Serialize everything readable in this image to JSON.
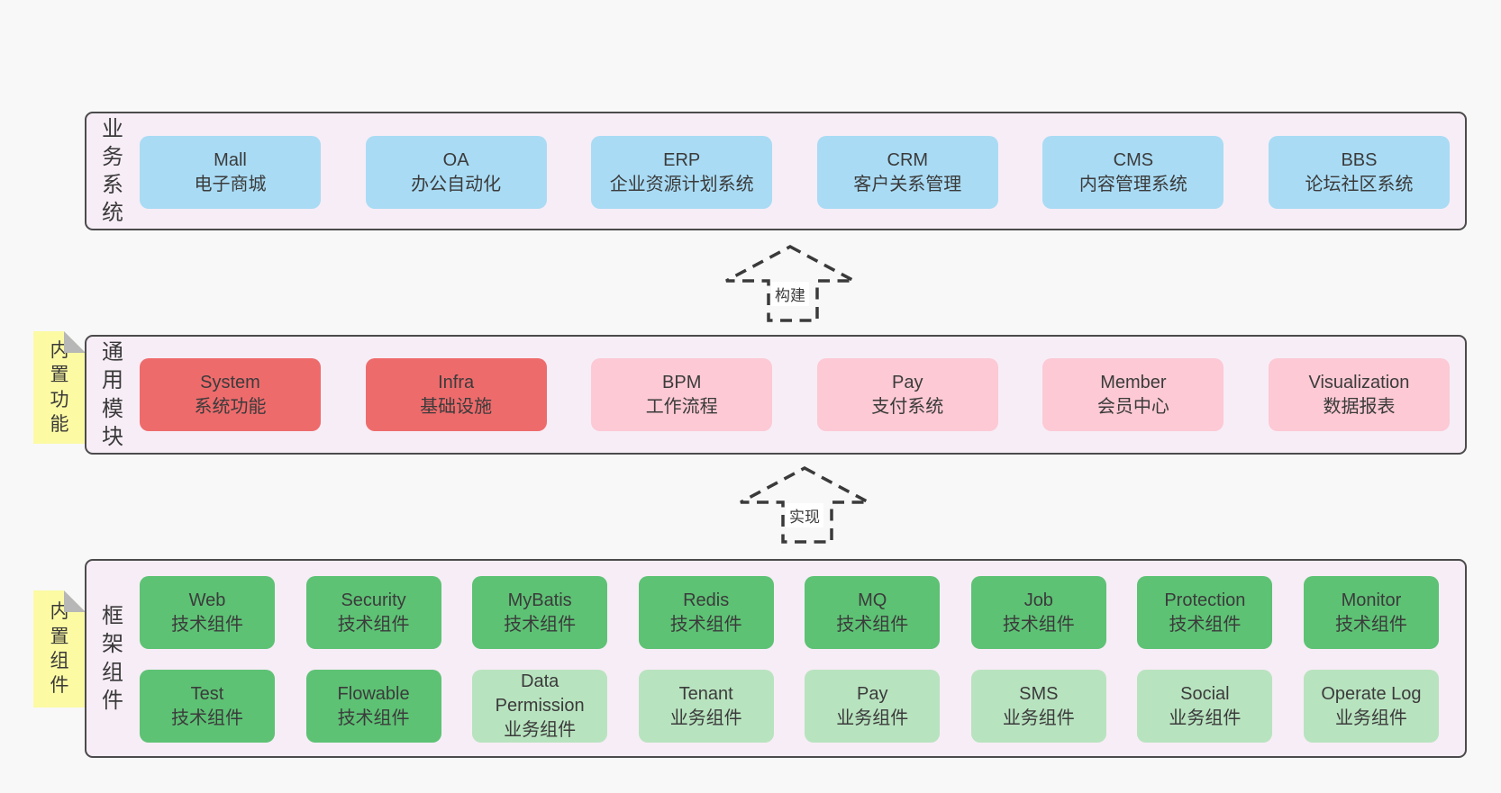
{
  "sections": {
    "business": {
      "label": "业务系统",
      "boxes": [
        {
          "name": "Mall",
          "desc": "电子商城"
        },
        {
          "name": "OA",
          "desc": "办公自动化"
        },
        {
          "name": "ERP",
          "desc": "企业资源计划系统"
        },
        {
          "name": "CRM",
          "desc": "客户关系管理"
        },
        {
          "name": "CMS",
          "desc": "内容管理系统"
        },
        {
          "name": "BBS",
          "desc": "论坛社区系统"
        }
      ]
    },
    "modules": {
      "tag": "内置功能",
      "label": "通用模块",
      "boxes": [
        {
          "name": "System",
          "desc": "系统功能"
        },
        {
          "name": "Infra",
          "desc": "基础设施"
        },
        {
          "name": "BPM",
          "desc": "工作流程"
        },
        {
          "name": "Pay",
          "desc": "支付系统"
        },
        {
          "name": "Member",
          "desc": "会员中心"
        },
        {
          "name": "Visualization",
          "desc": "数据报表"
        }
      ]
    },
    "framework": {
      "tag": "内置组件",
      "label": "框架组件",
      "row1": [
        {
          "name": "Web",
          "desc": "技术组件"
        },
        {
          "name": "Security",
          "desc": "技术组件"
        },
        {
          "name": "MyBatis",
          "desc": "技术组件"
        },
        {
          "name": "Redis",
          "desc": "技术组件"
        },
        {
          "name": "MQ",
          "desc": "技术组件"
        },
        {
          "name": "Job",
          "desc": "技术组件"
        },
        {
          "name": "Protection",
          "desc": "技术组件"
        },
        {
          "name": "Monitor",
          "desc": "技术组件"
        }
      ],
      "row2": [
        {
          "name": "Test",
          "desc": "技术组件"
        },
        {
          "name": "Flowable",
          "desc": "技术组件"
        },
        {
          "name": "Data Permission",
          "desc": "业务组件"
        },
        {
          "name": "Tenant",
          "desc": "业务组件"
        },
        {
          "name": "Pay",
          "desc": "业务组件"
        },
        {
          "name": "SMS",
          "desc": "业务组件"
        },
        {
          "name": "Social",
          "desc": "业务组件"
        },
        {
          "name": "Operate Log",
          "desc": "业务组件"
        }
      ]
    }
  },
  "arrows": [
    {
      "label": "构建"
    },
    {
      "label": "实现"
    }
  ],
  "colors": {
    "page_bg": "#f8f8f8",
    "section_bg": "#f7edf6",
    "section_border": "#4b4b4b",
    "blue_box": "#a9dbf4",
    "red_box": "#ee6b6c",
    "pink_box": "#fcc9d4",
    "green_box": "#5dc274",
    "green_light_box": "#b8e3bf",
    "yellow_tag": "#fcfaa3",
    "fold_gray": "#b7b7b7",
    "text": "#3b3b3b"
  }
}
